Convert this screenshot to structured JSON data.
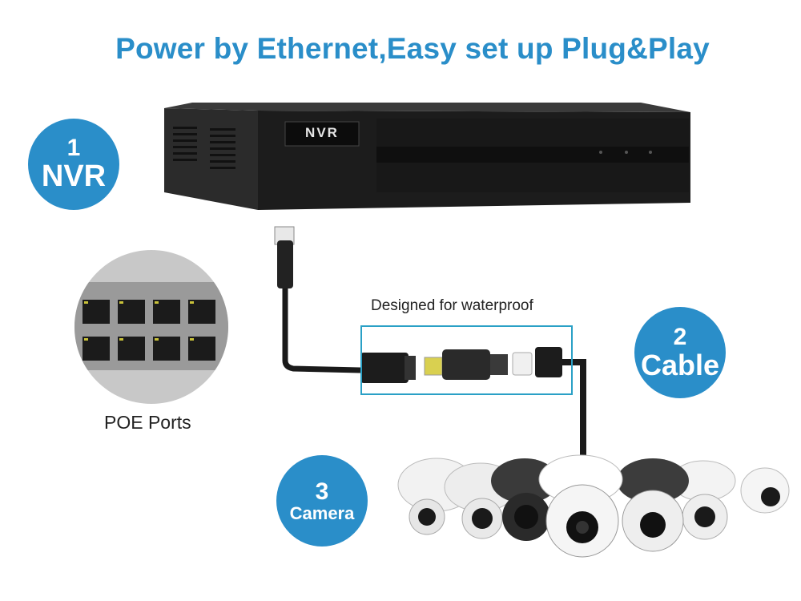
{
  "title": "Power by Ethernet,Easy set up Plug&Play",
  "nvr_label": "NVR",
  "badges": {
    "nvr": {
      "number": "1",
      "label": "NVR"
    },
    "cable": {
      "number": "2",
      "label": "Cable"
    },
    "camera": {
      "number": "3",
      "label": "Camera"
    }
  },
  "captions": {
    "poe_ports": "POE Ports",
    "waterproof": "Designed for waterproof"
  },
  "colors": {
    "accent": "#2a8ec9",
    "box_border": "#2aa0c6"
  }
}
